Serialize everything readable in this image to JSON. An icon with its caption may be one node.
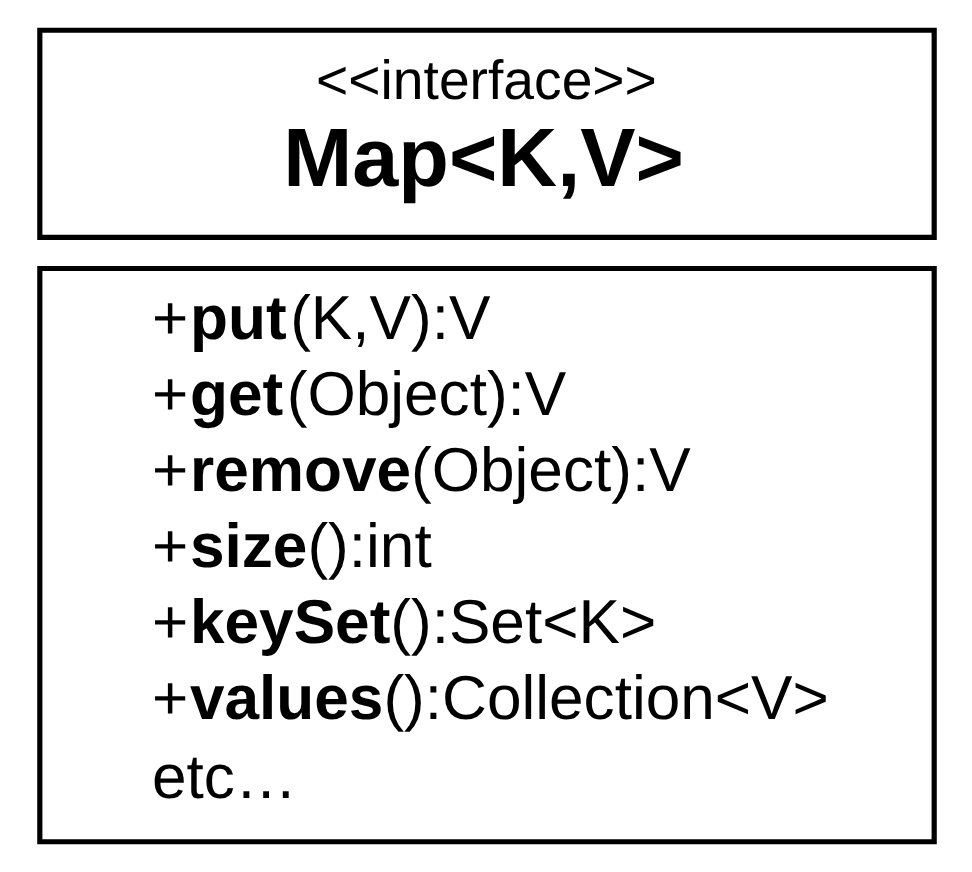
{
  "diagram": {
    "nodes": [
      {
        "text": [
          "<<interface>>",
          "Map<K,V>"
        ]
      },
      {
        "text": [
          "+**put**(K,V):V",
          "+**get**(Object):V",
          "+**remove**(Object):V",
          "+**size**():int",
          "+**keySet**():Set<K>",
          "+**values**():Collection<V>",
          "etc…"
        ]
      }
    ]
  }
}
